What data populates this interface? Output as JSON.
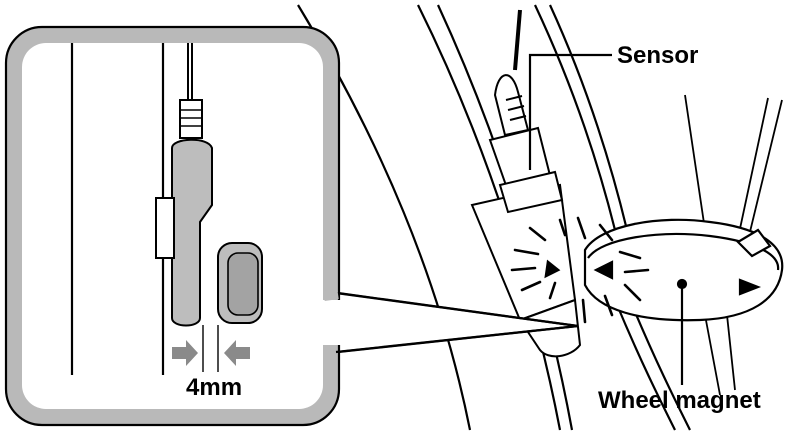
{
  "labels": {
    "sensor": "Sensor",
    "gap": "4mm",
    "magnet": "Wheel magnet"
  },
  "colors": {
    "line": "#000000",
    "inset_fill": "#b9b9b9",
    "sensor_fill": "#bdbdbd",
    "arrow_fill": "#8a8a8a",
    "background": "#ffffff"
  }
}
